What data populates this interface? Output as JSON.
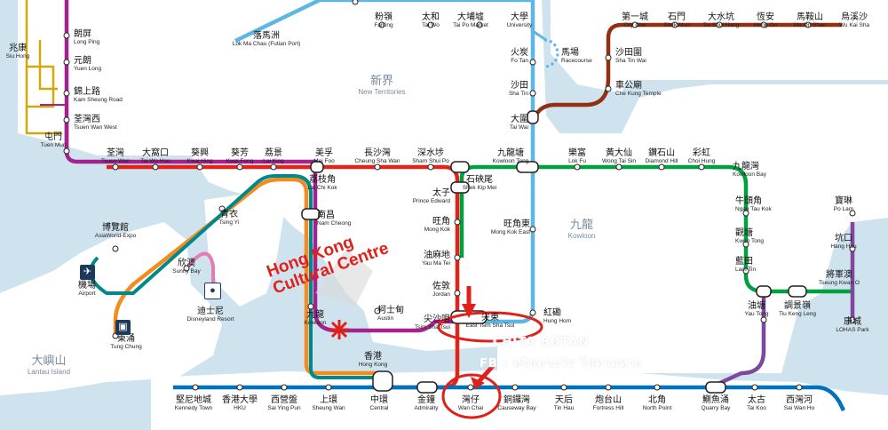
{
  "regions": {
    "new_territories": {
      "zh": "新界",
      "en": "New Territories"
    },
    "kowloon": {
      "zh": "九龍",
      "en": "Kowloon"
    },
    "lantau": {
      "zh": "大嶼山",
      "en": "Lantau Island"
    }
  },
  "annotations": {
    "hkcc_line1": "Hong Kong",
    "hkcc_line2": "Cultural Centre",
    "watermark_line1": "CHITA BOTAN",
    "watermark_line2": "FB : ทริปตามใจ ไปตามทาง"
  },
  "icons": {
    "airport": "plane-icon",
    "tung_chung": "cable-car-icon",
    "disney": "mickey-icon"
  },
  "colors": {
    "island_line": "#0071bc",
    "tsuen_wan_line": "#e2231a",
    "kwun_tong_line": "#00a040",
    "east_rail_line": "#5eb6e4",
    "ma_on_shan_line": "#923011",
    "west_rail_line": "#a3238e",
    "tung_chung_line": "#f38b1e",
    "airport_express": "#00888a",
    "tseung_kwan_o_line": "#7d499d",
    "disneyland_line": "#e77ab1",
    "light_rail": "#d3a809",
    "highlight": "#e0201a",
    "water": "#cfe3ef",
    "land": "#ffffff"
  },
  "stations": {
    "long_ping": {
      "zh": "朗屏",
      "en": "Long Ping"
    },
    "siu_hong": {
      "zh": "兆康",
      "en": "Siu Hong"
    },
    "yuen_long": {
      "zh": "元朗",
      "en": "Yuen Long"
    },
    "kam_sheung_road": {
      "zh": "錦上路",
      "en": "Kam Sheung Road"
    },
    "tuen_mun": {
      "zh": "屯門",
      "en": "Tuen Mun"
    },
    "tsuen_wan_west": {
      "zh": "荃灣西",
      "en": "Tsuen Wan West"
    },
    "lok_ma_chau": {
      "zh": "落馬洲",
      "en": "Lok Ma Chau (Futian Port)"
    },
    "fanling": {
      "zh": "粉嶺",
      "en": "Fanling"
    },
    "tai_wo": {
      "zh": "太和",
      "en": "Tai Wo"
    },
    "tai_po_market": {
      "zh": "大埔墟",
      "en": "Tai Po Market"
    },
    "university": {
      "zh": "大學",
      "en": "University"
    },
    "fo_tan": {
      "zh": "火炭",
      "en": "Fo Tan"
    },
    "racecourse": {
      "zh": "馬場",
      "en": "Racecourse"
    },
    "sha_tin": {
      "zh": "沙田",
      "en": "Sha Tin"
    },
    "tai_wai": {
      "zh": "大圍",
      "en": "Tai Wai"
    },
    "city_one": {
      "zh": "第一城",
      "en": "City One"
    },
    "shek_mun": {
      "zh": "石門",
      "en": "Shek Mun"
    },
    "tai_shui_hang": {
      "zh": "大水坑",
      "en": "Tai Shui Hang"
    },
    "heng_on": {
      "zh": "恆安",
      "en": "Heng On"
    },
    "ma_on_shan": {
      "zh": "馬鞍山",
      "en": "Ma On Shan"
    },
    "wu_kai_sha": {
      "zh": "烏溪沙",
      "en": "Wu Kai Sha"
    },
    "sha_tin_wai": {
      "zh": "沙田圍",
      "en": "Sha Tin Wai"
    },
    "che_kung_temple": {
      "zh": "車公廟",
      "en": "Che Kung Temple"
    },
    "tsuen_wan": {
      "zh": "荃灣",
      "en": "Tsuen Wan"
    },
    "tai_wo_hau": {
      "zh": "大窩口",
      "en": "Tai Wo Hau"
    },
    "kwai_hing": {
      "zh": "葵興",
      "en": "Kwai Hing"
    },
    "kwai_fong": {
      "zh": "葵芳",
      "en": "Kwai Fong"
    },
    "lai_king": {
      "zh": "荔景",
      "en": "Lai King"
    },
    "mei_foo": {
      "zh": "美孚",
      "en": "Mei Foo"
    },
    "cheung_sha_wan": {
      "zh": "長沙灣",
      "en": "Cheung Sha Wan"
    },
    "sham_shui_po": {
      "zh": "深水埗",
      "en": "Sham Shui Po"
    },
    "kowloon_tong": {
      "zh": "九龍塘",
      "en": "Kowloon Tong"
    },
    "lok_fu": {
      "zh": "樂富",
      "en": "Lok Fu"
    },
    "wong_tai_sin": {
      "zh": "黃大仙",
      "en": "Wong Tai Sin"
    },
    "diamond_hill": {
      "zh": "鑽石山",
      "en": "Diamond Hill"
    },
    "choi_hung": {
      "zh": "彩虹",
      "en": "Choi Hung"
    },
    "kowloon_bay": {
      "zh": "九龍灣",
      "en": "Kowloon Bay"
    },
    "lai_chi_kok": {
      "zh": "荔枝角",
      "en": "Lai Chi Kok"
    },
    "shek_kip_mei": {
      "zh": "石硤尾",
      "en": "Shek Kip Mei"
    },
    "prince_edward": {
      "zh": "太子",
      "en": "Prince Edward"
    },
    "ngau_tau_kok": {
      "zh": "牛頭角",
      "en": "Ngau Tau Kok"
    },
    "po_lam": {
      "zh": "寶琳",
      "en": "Po Lam"
    },
    "nam_cheong": {
      "zh": "南昌",
      "en": "Nam Cheong"
    },
    "mong_kok": {
      "zh": "旺角",
      "en": "Mong Kok"
    },
    "mong_kok_east": {
      "zh": "旺角東",
      "en": "Mong Kok East"
    },
    "kwun_tong": {
      "zh": "觀塘",
      "en": "Kwun Tong"
    },
    "hang_hau": {
      "zh": "坑口",
      "en": "Hang Hau"
    },
    "tsing_yi": {
      "zh": "青衣",
      "en": "Tsing Yi"
    },
    "asiaworld_expo": {
      "zh": "博覽館",
      "en": "AsiaWorld-Expo"
    },
    "yau_ma_tei": {
      "zh": "油麻地",
      "en": "Yau Ma Tei"
    },
    "lam_tin": {
      "zh": "藍田",
      "en": "Lam Tin"
    },
    "tseung_kwan_o": {
      "zh": "將軍澳",
      "en": "Tseung Kwan O"
    },
    "sunny_bay": {
      "zh": "欣澳",
      "en": "Sunny Bay"
    },
    "airport": {
      "zh": "機場",
      "en": "Airport"
    },
    "jordan": {
      "zh": "佐敦",
      "en": "Jordan"
    },
    "disneyland_resort": {
      "zh": "迪士尼",
      "en": "Disneyland Resort"
    },
    "kowloon": {
      "zh": "九龍",
      "en": "Kowloon"
    },
    "austin": {
      "zh": "柯士甸",
      "en": "Austin"
    },
    "tsim_sha_tsui": {
      "zh": "尖沙咀",
      "en": "Tsim Sha Tsui"
    },
    "east_tsim_sha_tsui": {
      "zh": "尖東",
      "en": "East Tsim Sha Tsui"
    },
    "hung_hom": {
      "zh": "紅磡",
      "en": "Hung Hom"
    },
    "yau_tong": {
      "zh": "油塘",
      "en": "Yau Tong"
    },
    "tiu_keng_leng": {
      "zh": "調景嶺",
      "en": "Tiu Keng Leng"
    },
    "lohas_park": {
      "zh": "康城",
      "en": "LOHAS Park"
    },
    "tung_chung": {
      "zh": "東涌",
      "en": "Tung Chung"
    },
    "hong_kong": {
      "zh": "香港",
      "en": "Hong Kong"
    },
    "kennedy_town": {
      "zh": "堅尼地城",
      "en": "Kennedy Town"
    },
    "hku": {
      "zh": "香港大學",
      "en": "HKU"
    },
    "sai_ying_pun": {
      "zh": "西營盤",
      "en": "Sai Ying Pun"
    },
    "sheung_wan": {
      "zh": "上環",
      "en": "Sheung Wan"
    },
    "central": {
      "zh": "中環",
      "en": "Central"
    },
    "admiralty": {
      "zh": "金鐘",
      "en": "Admiralty"
    },
    "wan_chai": {
      "zh": "灣仔",
      "en": "Wan Chai"
    },
    "causeway_bay": {
      "zh": "銅鑼灣",
      "en": "Causeway Bay"
    },
    "tin_hau": {
      "zh": "天后",
      "en": "Tin Hau"
    },
    "fortress_hill": {
      "zh": "炮台山",
      "en": "Fortress Hill"
    },
    "north_point": {
      "zh": "北角",
      "en": "North Point"
    },
    "quarry_bay": {
      "zh": "鰂魚涌",
      "en": "Quarry Bay"
    },
    "tai_koo": {
      "zh": "太古",
      "en": "Tai Koo"
    },
    "sai_wan_ho": {
      "zh": "西灣河",
      "en": "Sai Wan Ho"
    }
  }
}
